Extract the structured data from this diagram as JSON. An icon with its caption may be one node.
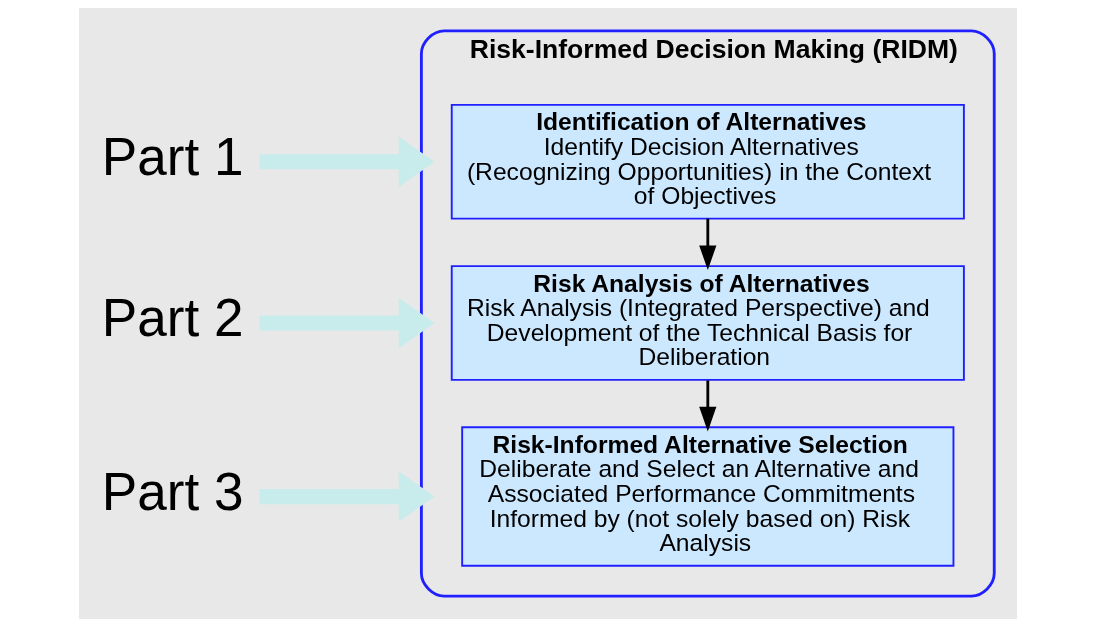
{
  "diagram": {
    "nodes": [
      {
        "text": [
          "Risk-Informed Decision Making (RIDM)"
        ]
      },
      {
        "text": [
          "Identification of Alternatives",
          "Identify Decision Alternatives (Recognizing Opportunities) in the Context of Objectives"
        ],
        "in": 0
      },
      {
        "text": [
          "Risk Analysis of Alternatives",
          "Risk Analysis (Integrated Perspective) and Development of the Technical Basis for Deliberation"
        ],
        "in": 0
      },
      {
        "text": [
          "Risk-Informed Alternative Selection",
          "Deliberate and Select an Alternative and Associated Performance Commitments Informed by (not solely based on) Risk Analysis"
        ],
        "in": 0
      },
      {
        "text": [
          "Part 1"
        ]
      },
      {
        "text": [
          "Part 2"
        ]
      },
      {
        "text": [
          "Part 3"
        ]
      }
    ],
    "edges": [
      {
        "from": 1,
        "to": 2,
        "arrow": "to",
        "color": "#000000"
      },
      {
        "from": 2,
        "to": 3,
        "arrow": "to",
        "color": "#000000"
      },
      {
        "from": 4,
        "to": 1,
        "arrow": "to",
        "color": "#c8ecec"
      },
      {
        "from": 5,
        "to": 2,
        "arrow": "to",
        "color": "#c8ecec"
      },
      {
        "from": 6,
        "to": 3,
        "arrow": "to",
        "color": "#c8ecec"
      }
    ]
  }
}
